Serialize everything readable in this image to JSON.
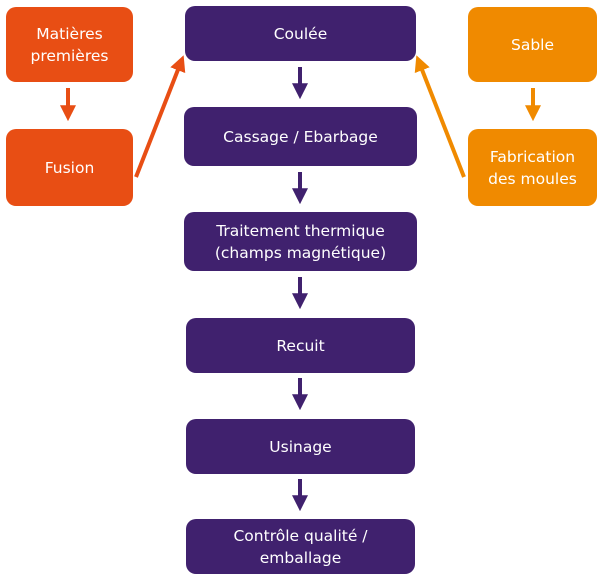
{
  "diagram": {
    "type": "process-flowchart",
    "colors": {
      "main_process": "#40216e",
      "metal_branch": "#e84e14",
      "sand_branch": "#f08a00"
    },
    "left_branch": [
      {
        "id": "matieres",
        "label": "Matières\npremières"
      },
      {
        "id": "fusion",
        "label": "Fusion"
      }
    ],
    "right_branch": [
      {
        "id": "sable",
        "label": "Sable"
      },
      {
        "id": "moules",
        "label": "Fabrication\ndes moules"
      }
    ],
    "main_steps": [
      {
        "id": "coulee",
        "label": "Coulée"
      },
      {
        "id": "cassage",
        "label": "Cassage / Ebarbage"
      },
      {
        "id": "traitement",
        "label": "Traitement thermique\n(champs magnétique)"
      },
      {
        "id": "recuit",
        "label": "Recuit"
      },
      {
        "id": "usinage",
        "label": "Usinage"
      },
      {
        "id": "controle",
        "label": "Contrôle qualité /\nemballage"
      }
    ],
    "edges": [
      {
        "from": "matieres",
        "to": "fusion"
      },
      {
        "from": "fusion",
        "to": "coulee"
      },
      {
        "from": "sable",
        "to": "moules"
      },
      {
        "from": "moules",
        "to": "coulee"
      },
      {
        "from": "coulee",
        "to": "cassage"
      },
      {
        "from": "cassage",
        "to": "traitement"
      },
      {
        "from": "traitement",
        "to": "recuit"
      },
      {
        "from": "recuit",
        "to": "usinage"
      },
      {
        "from": "usinage",
        "to": "controle"
      }
    ]
  }
}
